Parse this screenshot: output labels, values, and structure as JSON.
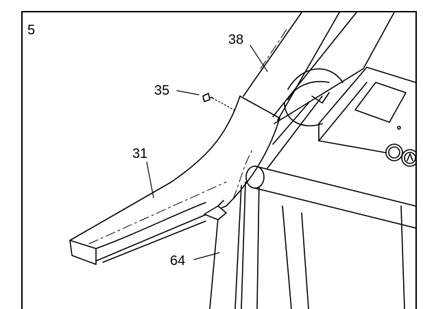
{
  "diagram": {
    "step_number": "5",
    "callouts": [
      {
        "id": "38",
        "label": "38"
      },
      {
        "id": "35",
        "label": "35"
      },
      {
        "id": "31",
        "label": "31"
      },
      {
        "id": "64",
        "label": "64"
      }
    ]
  }
}
